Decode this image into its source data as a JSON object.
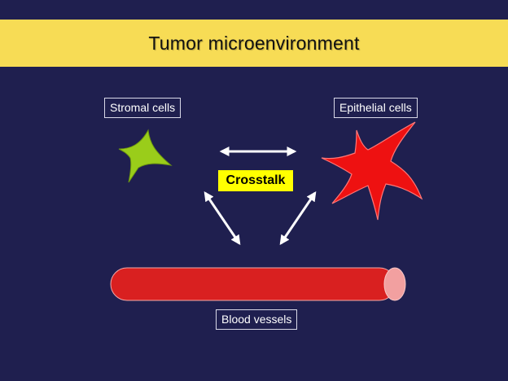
{
  "title": "Tumor microenvironment",
  "labels": {
    "stromal": "Stromal cells",
    "epithelial": "Epithelial cells",
    "blood": "Blood vessels",
    "crosstalk": "Crosstalk"
  },
  "colors": {
    "background": "#1f1f4f",
    "title_band": "#f7dc55",
    "stromal_cell": "#9acd1a",
    "epithelial_cell": "#ee1111",
    "vessel": "#d92020",
    "vessel_end": "#f2a0a0",
    "crosstalk_bg": "#ffff00",
    "arrow": "#ffffff"
  }
}
